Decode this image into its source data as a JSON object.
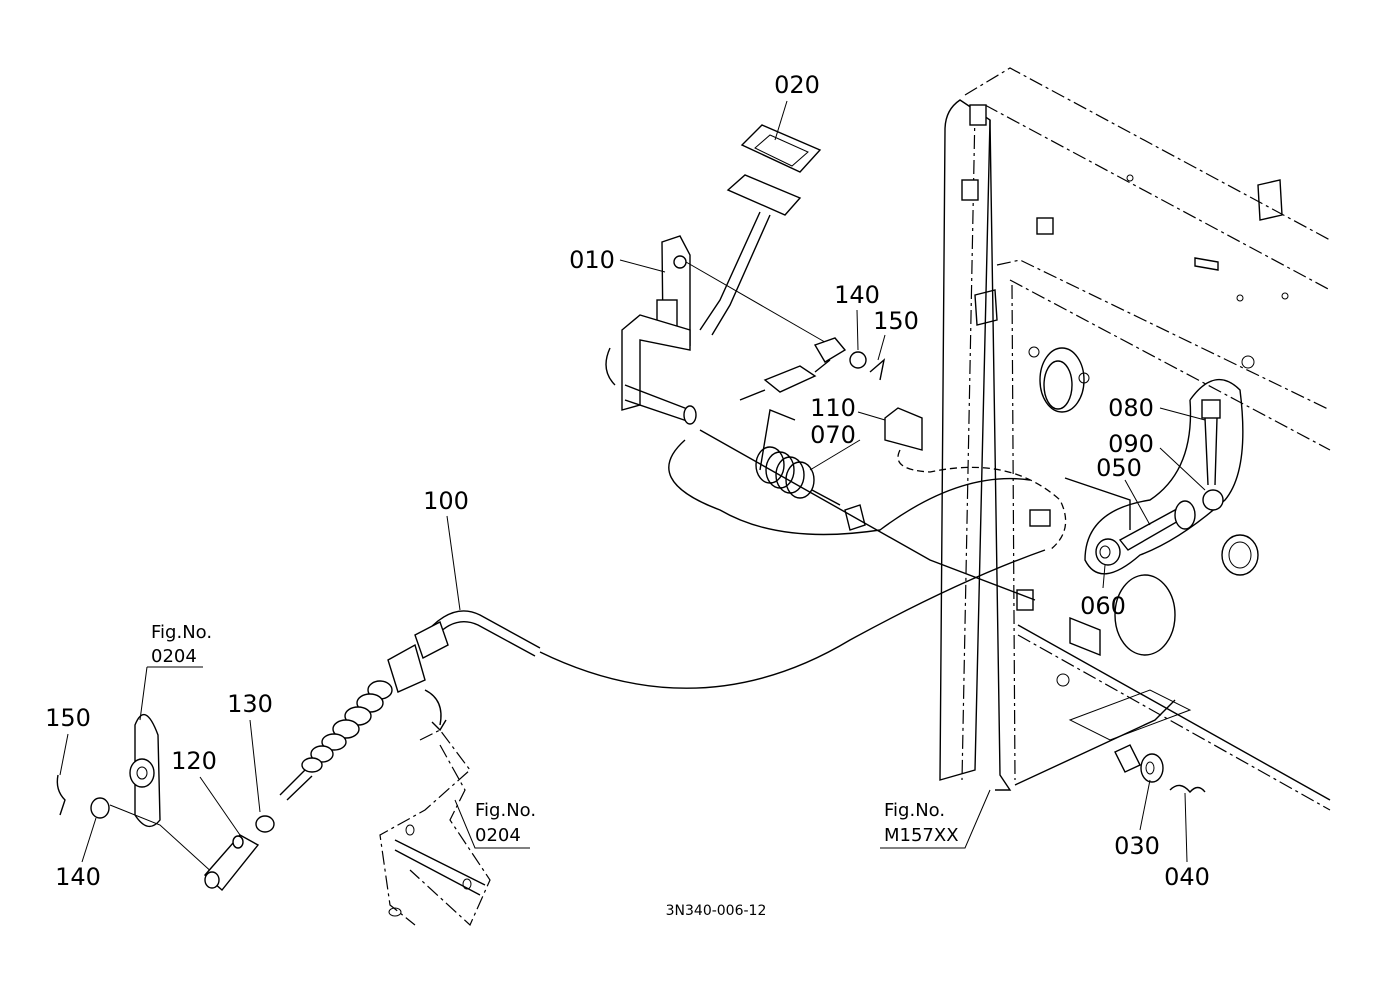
{
  "diagram": {
    "drawing_code": "3N340-006-12",
    "part_labels": {
      "p020": "020",
      "p010": "010",
      "p140_top": "140",
      "p150_top": "150",
      "p110": "110",
      "p070": "070",
      "p080": "080",
      "p090": "090",
      "p050": "050",
      "p060": "060",
      "p100": "100",
      "p130": "130",
      "p120": "120",
      "p150_left": "150",
      "p140_left": "140",
      "p030": "030",
      "p040": "040"
    },
    "figure_refs": [
      {
        "prefix": "Fig.No.",
        "number": "0204"
      },
      {
        "prefix": "Fig.No.",
        "number": "0204"
      },
      {
        "prefix": "Fig.No.",
        "number": "M157XX"
      }
    ]
  }
}
